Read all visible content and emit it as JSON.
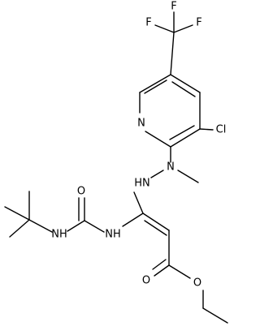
{
  "structure": {
    "atoms": {
      "f_top": "F",
      "f_left": "F",
      "f_right": "F",
      "n_pyridine": "N",
      "cl": "Cl",
      "n_methyl": "N",
      "nh_hydrazine": "HN",
      "nh_urea_right": "NH",
      "nh_urea_left": "NH",
      "o_urea": "O",
      "o_carbonyl": "O",
      "o_ester": "O"
    }
  }
}
